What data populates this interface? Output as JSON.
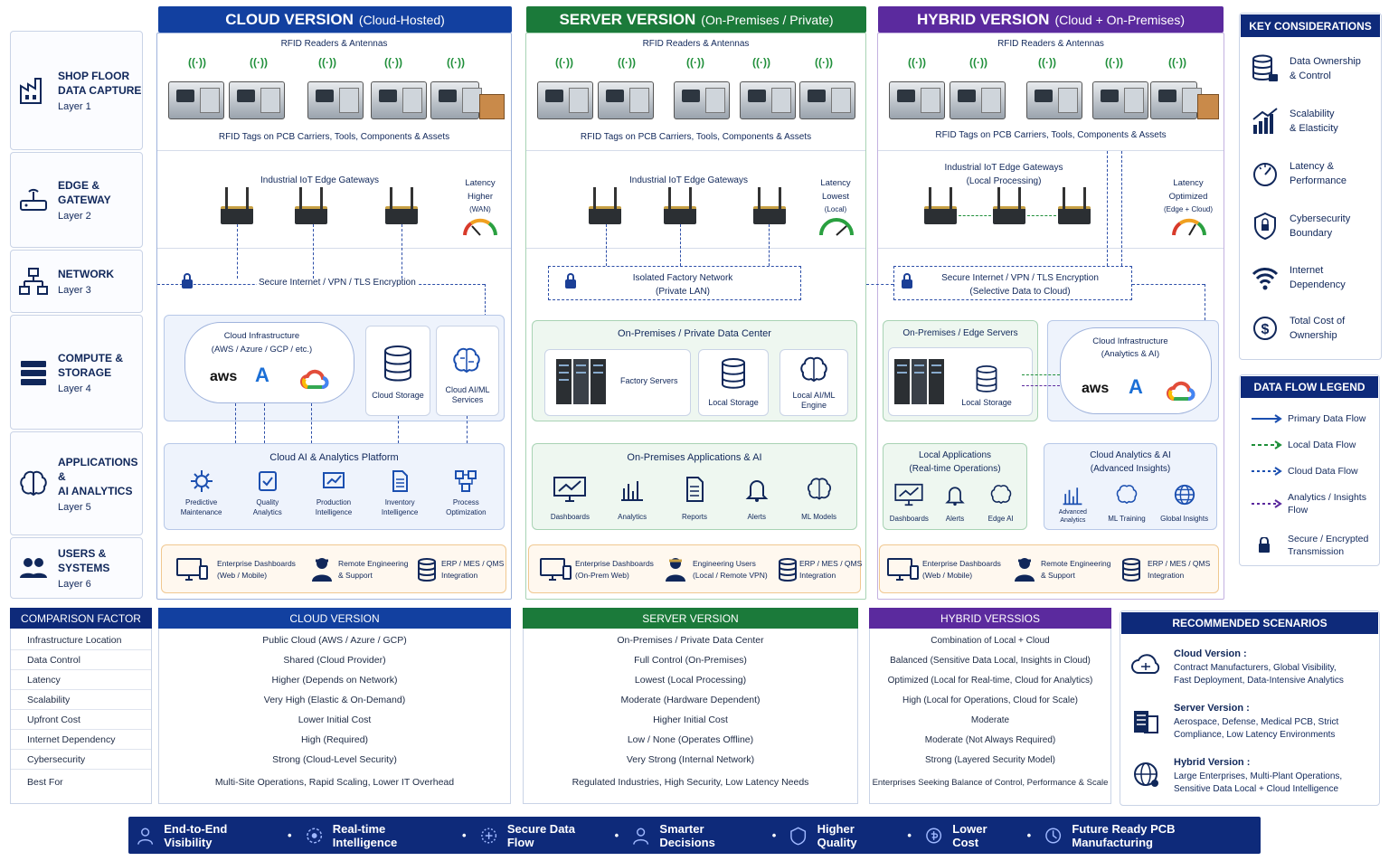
{
  "layers": [
    {
      "title": "SHOP FLOOR\nDATA CAPTURE",
      "num": "Layer 1"
    },
    {
      "title": "EDGE & GATEWAY",
      "num": "Layer 2"
    },
    {
      "title": "NETWORK",
      "num": "Layer 3"
    },
    {
      "title": "COMPUTE &\nSTORAGE",
      "num": "Layer 4"
    },
    {
      "title": "APPLICATIONS &\nAI ANALYTICS",
      "num": "Layer 5"
    },
    {
      "title": "USERS & SYSTEMS",
      "num": "Layer 6"
    }
  ],
  "cloud": {
    "head": "CLOUD VERSION",
    "head_sub": "(Cloud-Hosted)",
    "color": "#1240a0",
    "rfid_title": "RFID Readers & Antennas",
    "rfid_caption": "RFID Tags on PCB Carriers, Tools, Components & Assets",
    "gw_title": "Industrial IoT Edge Gateways",
    "lat_label": "Latency",
    "lat_val": "Higher",
    "lat_sub": "(WAN)",
    "net_label": "Secure Internet / VPN / TLS Encryption",
    "cloud_title": "Cloud Infrastructure",
    "cloud_sub": "(AWS / Azure / GCP / etc.)",
    "storage": "Cloud Storage",
    "aiml": "Cloud AI/ML\nServices",
    "platform": "Cloud AI & Analytics Platform",
    "apps": [
      "Predictive\nMaintenance",
      "Quality\nAnalytics",
      "Production\nIntelligence",
      "Inventory\nIntelligence",
      "Process\nOptimization"
    ],
    "users": [
      "Enterprise Dashboards\n(Web / Mobile)",
      "Remote Engineering\n& Support",
      "ERP / MES / QMS\nIntegration"
    ]
  },
  "server": {
    "head": "SERVER VERSION",
    "head_sub": "(On-Premises / Private)",
    "color": "#1b7a3a",
    "rfid_title": "RFID Readers & Antennas",
    "rfid_caption": "RFID Tags on PCB Carriers, Tools, Components & Assets",
    "gw_title": "Industrial IoT Edge Gateways",
    "lat_label": "Latency",
    "lat_val": "Lowest",
    "lat_sub": "(Local)",
    "net_label": "Isolated Factory Network\n(Private LAN)",
    "dc_title": "On-Premises / Private Data Center",
    "servers": "Factory Servers",
    "storage": "Local Storage",
    "aiml": "Local AI/ML\nEngine",
    "platform": "On-Premises Applications & AI",
    "apps": [
      "Dashboards",
      "Analytics",
      "Reports",
      "Alerts",
      "ML Models"
    ],
    "users": [
      "Enterprise Dashboards\n(On-Prem Web)",
      "Engineering Users\n(Local / Remote VPN)",
      "ERP / MES / QMS\nIntegration"
    ]
  },
  "hybrid": {
    "head": "HYBRID VERSION",
    "head_sub": "(Cloud + On-Premises)",
    "color": "#5b2a9e",
    "rfid_title": "RFID Readers & Antennas",
    "rfid_caption": "RFID Tags on PCB Carriers, Tools, Components & Assets",
    "gw_title": "Industrial IoT Edge Gateways\n(Local Processing)",
    "lat_label": "Latency",
    "lat_val": "Optimized",
    "lat_sub": "(Edge + Cloud)",
    "net_label": "Secure Internet / VPN / TLS Encryption\n(Selective Data to Cloud)",
    "edge_title": "On-Premises / Edge Servers",
    "storage": "Local Storage",
    "cloud_title": "Cloud Infrastructure",
    "cloud_sub": "(Analytics & AI)",
    "local_apps": "Local Applications\n(Real-time Operations)",
    "cloud_apps": "Cloud Analytics & AI\n(Advanced Insights)",
    "local_items": [
      "Dashboards",
      "Alerts",
      "Edge AI"
    ],
    "cloud_items": [
      "Advanced\nAnalytics",
      "ML Training",
      "Global Insights"
    ],
    "users": [
      "Enterprise Dashboards\n(Web / Mobile)",
      "Remote Engineering\n& Support",
      "ERP / MES / QMS\nIntegration"
    ]
  },
  "key": {
    "title": "KEY CONSIDERATIONS",
    "items": [
      "Data Ownership\n& Control",
      "Scalability\n& Elasticity",
      "Latency &\nPerformance",
      "Cybersecurity\nBoundary",
      "Internet\nDependency",
      "Total Cost of\nOwnership"
    ]
  },
  "legend": {
    "title": "DATA FLOW LEGEND",
    "items": [
      "Primary Data Flow",
      "Local Data Flow",
      "Cloud Data Flow",
      "Analytics / Insights\nFlow",
      "Secure / Encrypted\nTransmission"
    ]
  },
  "comparison": {
    "head": "COMPARISON FACTOR",
    "factors": [
      "Infrastructure Location",
      "Data Control",
      "Latency",
      "Scalability",
      "Upfront Cost",
      "Internet Dependency",
      "Cybersecurity",
      "Best For"
    ],
    "cloud_head": "CLOUD VERSION",
    "cloud": [
      "Public Cloud (AWS / Azure / GCP)",
      "Shared (Cloud Provider)",
      "Higher (Depends on Network)",
      "Very High (Elastic & On-Demand)",
      "Lower Initial Cost",
      "High (Required)",
      "Strong (Cloud-Level Security)",
      "Multi-Site Operations, Rapid Scaling, Lower IT Overhead"
    ],
    "server_head": "SERVER VERSION",
    "server": [
      "On-Premises / Private Data Center",
      "Full Control (On-Premises)",
      "Lowest (Local Processing)",
      "Moderate (Hardware Dependent)",
      "Higher Initial Cost",
      "Low / None (Operates Offline)",
      "Very Strong (Internal Network)",
      "Regulated Industries, High Security, Low Latency Needs"
    ],
    "hybrid_head": "HYBRID VERSSIOS",
    "hybrid": [
      "Combination of Local + Cloud",
      "Balanced (Sensitive Data Local, Insights in Cloud)",
      "Optimized (Local for Real-time, Cloud for Analytics)",
      "High (Local for Operations, Cloud for Scale)",
      "Moderate",
      "Moderate (Not Always Required)",
      "Strong (Layered Security Model)",
      "Enterprises Seeking Balance of Control, Performance & Scale"
    ]
  },
  "scenarios": {
    "title": "RECOMMENDED SCENARIOS",
    "items": [
      {
        "name": "Cloud Version :",
        "text": "Contract Manufacturers, Global Visibility,\nFast Deployment, Data-Intensive Analytics"
      },
      {
        "name": "Server Version :",
        "text": "Aerospace, Defense, Medical PCB, Strict\nCompliance, Low Latency Environments"
      },
      {
        "name": "Hybrid Version :",
        "text": "Large Enterprises, Multi-Plant Operations,\nSensitive Data Local + Cloud Intelligence"
      }
    ]
  },
  "footer": [
    "End-to-End Visibility",
    "Real-time Intelligence",
    "Secure Data Flow",
    "Smarter Decisions",
    "Higher Quality",
    "Lower Cost",
    "Future Ready PCB Manufacturing"
  ]
}
